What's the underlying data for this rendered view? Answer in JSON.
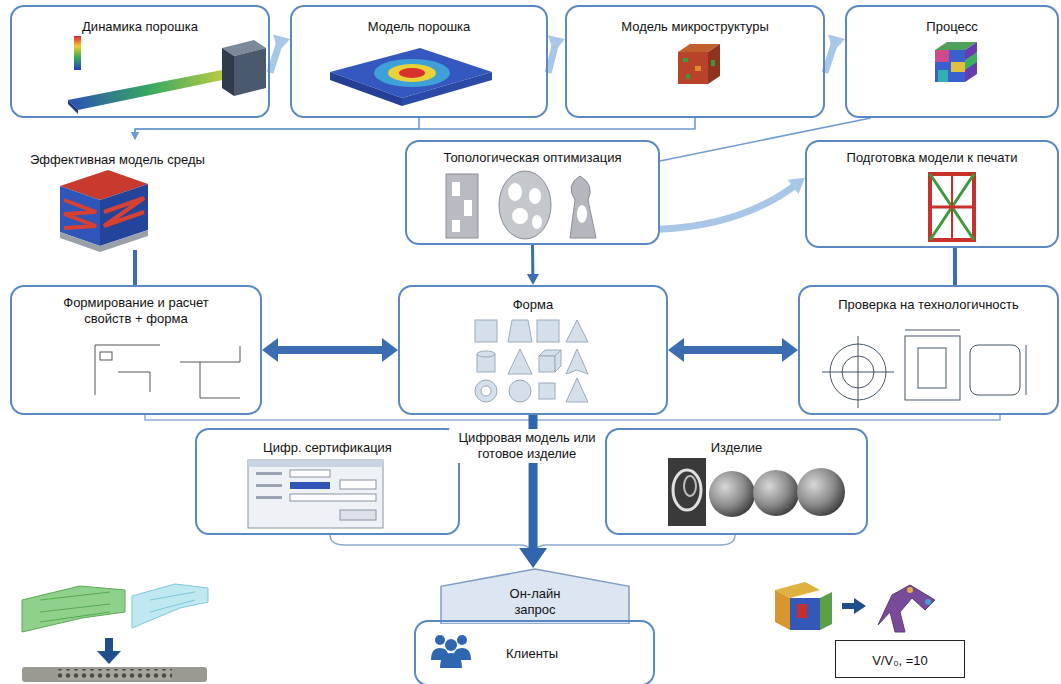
{
  "diagram": {
    "nodes": [
      {
        "text": [
          "Динамика порошка"
        ]
      },
      {
        "text": [
          "Модель порошка"
        ]
      },
      {
        "text": [
          "Модель микроструктуры"
        ]
      },
      {
        "text": [
          "Процесс"
        ]
      },
      {
        "text": [
          "Эффективная модель среды"
        ]
      },
      {
        "text": [
          "Топологическая оптимизация"
        ]
      },
      {
        "text": [
          "Подготовка модели к печати"
        ]
      },
      {
        "text": [
          "Формирование и расчет свойств + форма"
        ]
      },
      {
        "text": [
          "Форма"
        ]
      },
      {
        "text": [
          "Проверка на технологичность"
        ]
      },
      {
        "text": [
          "Цифр. сертификация"
        ]
      },
      {
        "text": [
          "Изделие"
        ]
      },
      {
        "text": [
          "Он-лайн запрос"
        ]
      },
      {
        "text": [
          "Клиенты"
        ]
      },
      {
        "text": [
          "V/V₀, =10"
        ]
      }
    ],
    "edges": [
      {
        "from": 0,
        "to": 1,
        "arrow": "to"
      },
      {
        "from": 1,
        "to": 2,
        "arrow": "to"
      },
      {
        "from": 2,
        "to": 3,
        "arrow": "to"
      },
      {
        "from": 1,
        "to": 4,
        "arrow": "to"
      },
      {
        "from": 2,
        "to": 4,
        "arrow": "to"
      },
      {
        "from": 3,
        "to": 5,
        "arrow": "none"
      },
      {
        "from": 5,
        "to": 6,
        "arrow": "to"
      },
      {
        "from": 5,
        "to": 8,
        "arrow": "to"
      },
      {
        "from": 4,
        "to": 7,
        "arrow": "none"
      },
      {
        "from": 6,
        "to": 9,
        "arrow": "none"
      },
      {
        "from": 7,
        "to": 8,
        "arrow": "both"
      },
      {
        "from": 8,
        "to": 9,
        "arrow": "both"
      },
      {
        "from": 8,
        "to": 12,
        "label": "Цифровая модель или готовое изделие",
        "arrow": "to"
      }
    ]
  }
}
